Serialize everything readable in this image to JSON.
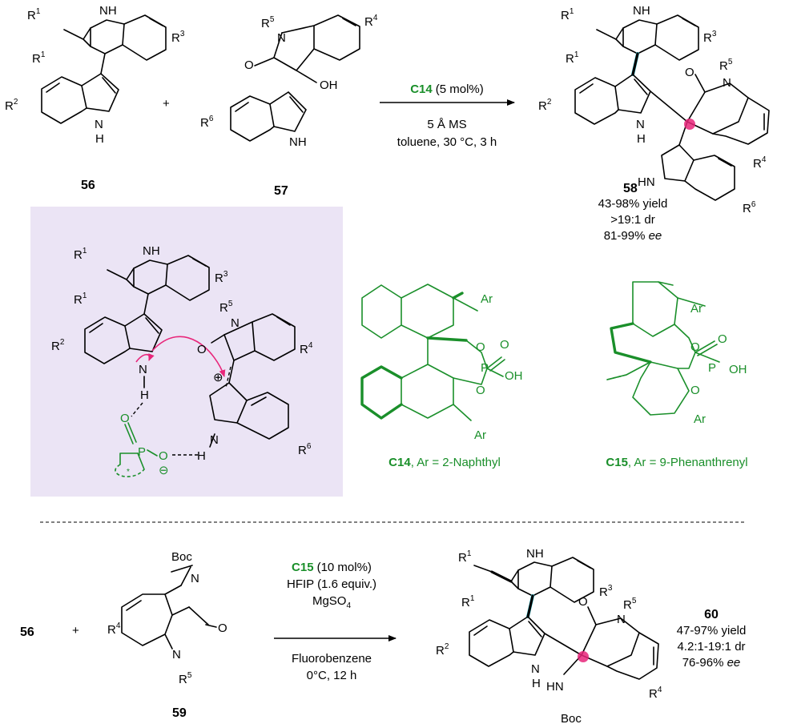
{
  "reaction1": {
    "r1_label": "R",
    "sup_1": "1",
    "r2_label": "R",
    "sup_2": "2",
    "r3_label": "R",
    "sup_3": "3",
    "r4_label": "R",
    "sup_4": "4",
    "r5_label": "R",
    "sup_5": "5",
    "r6_label": "R",
    "sup_6": "6",
    "nh": "NH",
    "h": "H",
    "n": "N",
    "hn": "HN",
    "o": "O",
    "oh": "OH",
    "plus": "+",
    "compound_56": "56",
    "compound_57": "57",
    "compound_58": "58",
    "catalyst_name": "C14",
    "catalyst_loading": "(5 mol%)",
    "condition_1": "5 Å MS",
    "condition_2": "toluene, 30 °C, 3 h",
    "yield": "43-98% yield",
    "dr": ">19:1 dr",
    "ee_value": "81-99% ",
    "ee_unit": "ee"
  },
  "mechanism": {
    "plus_charge": "⊕",
    "minus_charge": "⊖",
    "p": "P",
    "star": "*"
  },
  "catalysts": {
    "c14_name": "C14",
    "c14_desc": ", Ar = 2-Naphthyl",
    "c15_name": "C15",
    "c15_desc": ", Ar = 9-Phenanthrenyl",
    "ar": "Ar",
    "o": "O",
    "p": "P",
    "oh": "OH"
  },
  "reaction2": {
    "compound_56": "56",
    "compound_59": "59",
    "compound_60": "60",
    "plus": "+",
    "boc": "Boc",
    "n": "N",
    "catalyst_name": "C15",
    "catalyst_loading": "(10 mol%)",
    "condition_1": "HFIP (1.6 equiv.)",
    "condition_2_main": "MgSO",
    "condition_2_sub": "4",
    "condition_3": "Fluorobenzene",
    "condition_4": "0°C, 12 h",
    "yield": "47-97% yield",
    "dr": "4.2:1-19:1 dr",
    "ee_value": "76-96% ",
    "ee_unit": "ee"
  },
  "colors": {
    "catalyst_green": "#1a8f2a",
    "mechanism_box": "#ebe4f5",
    "highlight_cyan": "#3fd7e8",
    "highlight_magenta": "#e8267a"
  }
}
